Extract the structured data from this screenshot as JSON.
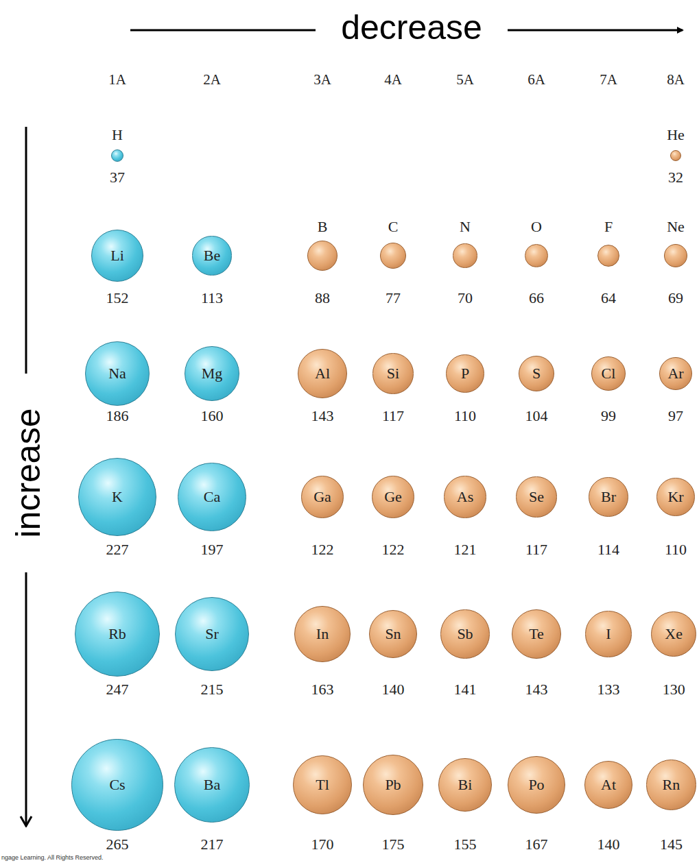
{
  "diagram": {
    "nodes": [
      {
        "text": [
          "H",
          "37"
        ]
      },
      {
        "text": [
          "He",
          "32"
        ]
      },
      {
        "text": [
          "Li",
          "152"
        ]
      },
      {
        "text": [
          "Be",
          "113"
        ]
      },
      {
        "text": [
          "B",
          "88"
        ]
      },
      {
        "text": [
          "C",
          "77"
        ]
      },
      {
        "text": [
          "N",
          "70"
        ]
      },
      {
        "text": [
          "O",
          "66"
        ]
      },
      {
        "text": [
          "F",
          "64"
        ]
      },
      {
        "text": [
          "Ne",
          "69"
        ]
      },
      {
        "text": [
          "Na",
          "186"
        ]
      },
      {
        "text": [
          "Mg",
          "160"
        ]
      },
      {
        "text": [
          "Al",
          "143"
        ]
      },
      {
        "text": [
          "Si",
          "117"
        ]
      },
      {
        "text": [
          "P",
          "110"
        ]
      },
      {
        "text": [
          "S",
          "104"
        ]
      },
      {
        "text": [
          "Cl",
          "99"
        ]
      },
      {
        "text": [
          "Ar",
          "97"
        ]
      },
      {
        "text": [
          "K",
          "227"
        ]
      },
      {
        "text": [
          "Ca",
          "197"
        ]
      },
      {
        "text": [
          "Ga",
          "122"
        ]
      },
      {
        "text": [
          "Ge",
          "122"
        ]
      },
      {
        "text": [
          "As",
          "121"
        ]
      },
      {
        "text": [
          "Se",
          "117"
        ]
      },
      {
        "text": [
          "Br",
          "114"
        ]
      },
      {
        "text": [
          "Kr",
          "110"
        ]
      },
      {
        "text": [
          "Rb",
          "247"
        ]
      },
      {
        "text": [
          "Sr",
          "215"
        ]
      },
      {
        "text": [
          "In",
          "163"
        ]
      },
      {
        "text": [
          "Sn",
          "140"
        ]
      },
      {
        "text": [
          "Sb",
          "141"
        ]
      },
      {
        "text": [
          "Te",
          "143"
        ]
      },
      {
        "text": [
          "I",
          "133"
        ]
      },
      {
        "text": [
          "Xe",
          "130"
        ]
      },
      {
        "text": [
          "Cs",
          "265"
        ]
      },
      {
        "text": [
          "Ba",
          "217"
        ]
      },
      {
        "text": [
          "Tl",
          "170"
        ]
      },
      {
        "text": [
          "Pb",
          "175"
        ]
      },
      {
        "text": [
          "Bi",
          "155"
        ]
      },
      {
        "text": [
          "Po",
          "167"
        ]
      },
      {
        "text": [
          "At",
          "140"
        ]
      },
      {
        "text": [
          "Rn",
          "145"
        ]
      }
    ],
    "labels": [
      "decrease",
      "increase",
      "1A",
      "2A",
      "3A",
      "4A",
      "5A",
      "6A",
      "7A",
      "8A",
      "ngage Learning. All Rights Reserved."
    ]
  }
}
